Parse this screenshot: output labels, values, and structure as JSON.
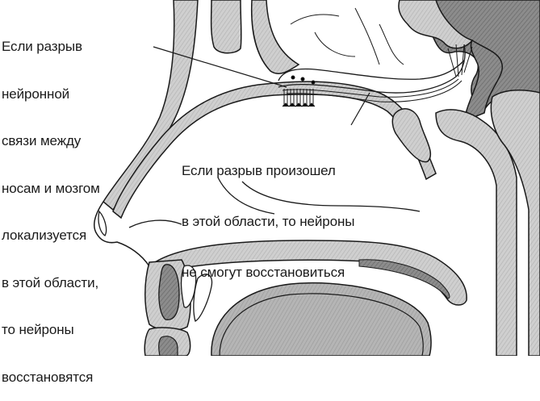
{
  "diagram": {
    "subject": "Nasal cavity sagittal section with olfactory neurons",
    "colors": {
      "outline": "#1a1a1a",
      "tissue_light": "#c9c9c9",
      "tissue_mid": "#a8a8a8",
      "tissue_dark": "#6e6e6e",
      "background": "#ffffff"
    },
    "annotations": [
      {
        "id": "left-note",
        "lines": [
          "Если разрыв",
          "нейронной",
          "связи между",
          "носам и мозгом",
          "локализуется",
          "в этой области,",
          "то нейроны",
          "восстановятся"
        ]
      },
      {
        "id": "center-note",
        "lines": [
          "Если разрыв произошел",
          "в этой области, то нейроны",
          "не смогут восстановиться"
        ]
      }
    ]
  }
}
